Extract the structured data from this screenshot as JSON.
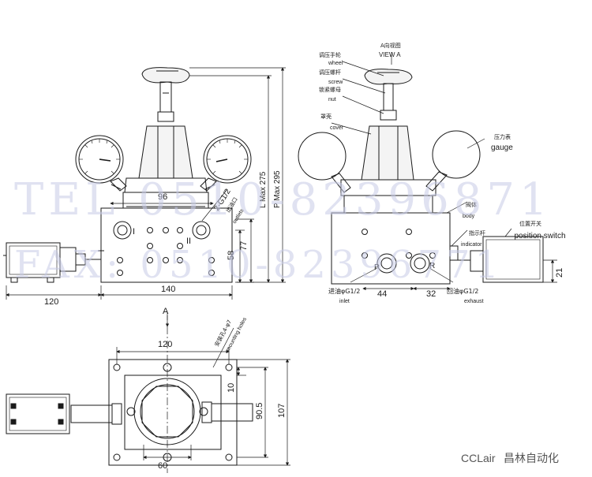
{
  "watermark": {
    "line1": "TEL 0510-82396871",
    "line2": "FAX: 0510-82396771",
    "color": "#c7cbe6"
  },
  "brand": {
    "name": "CCLair",
    "name_cn": "昌林自动化"
  },
  "front_view": {
    "dims": {
      "d96": "96",
      "d140": "140",
      "d120": "120",
      "d58": "58",
      "d77": "77",
      "lmax": "L Max 275",
      "pmax": "P Max 295"
    },
    "port_labels": {
      "i1": "I",
      "i2": "II"
    },
    "outlets_label": "2-G1/2",
    "outlets_cn": "出油口",
    "outlets_en": "outlets"
  },
  "side_view": {
    "view_cn": "A向视图",
    "view_en": "VIEW A",
    "wheel_cn": "调压手轮",
    "wheel_en": "wheel",
    "screw_cn": "调压螺杆",
    "screw_en": "screw",
    "nut_cn": "锁紧螺母",
    "nut_en": "nut",
    "cover_cn": "罩壳",
    "cover_en": "cover",
    "gauge_cn": "压力表",
    "gauge_en": "gauge",
    "body_cn": "阀体",
    "body_en": "body",
    "indicator_cn": "指示杆",
    "indicator_en": "indicator",
    "position_cn": "位置开关",
    "position_en": "position switch",
    "port_p": "P",
    "port_r": "R",
    "inlet_label": "进油φG1/2",
    "inlet_en": "inlet",
    "exhaust_label": "回油φG1/2",
    "exhaust_en": "exhaust",
    "d44": "44",
    "d32": "32",
    "d21": "21"
  },
  "top_view": {
    "label_a": "A",
    "d120": "120",
    "d10": "10",
    "d905": "90.5",
    "d107": "107",
    "d60": "60",
    "mounting_label": "安装孔4-φ7",
    "mounting_en": "mounting holes"
  }
}
